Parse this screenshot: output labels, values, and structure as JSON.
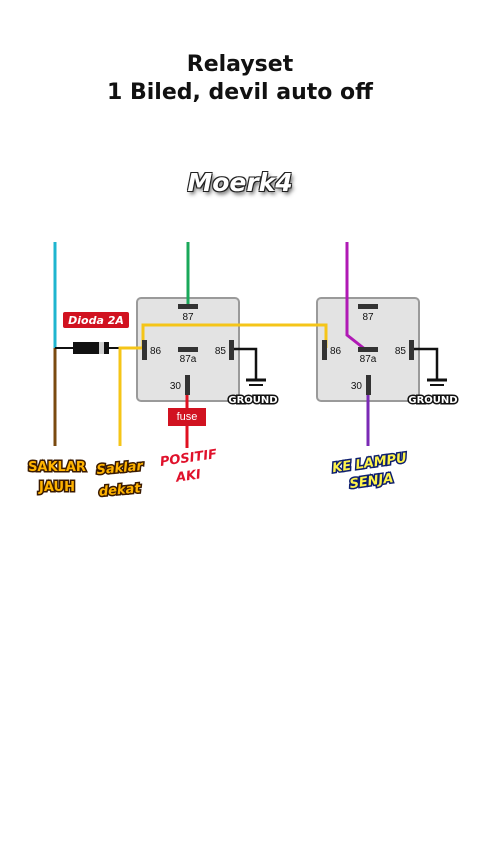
{
  "title": {
    "line1": "Relayset",
    "line2": "1 Biled, devil auto off"
  },
  "watermark": "Moerk4",
  "relay_left": {
    "pin_87": "87",
    "pin_87a": "87a",
    "pin_86": "86",
    "pin_85": "85",
    "pin_30": "30",
    "ground": "GROUND"
  },
  "relay_right": {
    "pin_87": "87",
    "pin_87a": "87a",
    "pin_86": "86",
    "pin_85": "85",
    "pin_30": "30",
    "ground": "GROUND"
  },
  "labels": {
    "diode": "Dioda 2A",
    "fuse": "fuse",
    "saklar_jauh_1": "SAKLAR",
    "saklar_jauh_2": "JAUH",
    "saklar_dekat_1": "Saklar",
    "saklar_dekat_2": "dekat",
    "positif_1": "POSITIF",
    "positif_2": "AKI",
    "lampu_1": "KE LAMPU",
    "lampu_2": "SENJA"
  },
  "colors": {
    "wire_cyan": "#1fb5cf",
    "wire_brown": "#7a4a10",
    "wire_yellow": "#f5c518",
    "wire_green": "#1aa85a",
    "wire_magenta": "#b01ab5",
    "wire_red": "#e01020",
    "wire_purple": "#7a2ab5",
    "relay_body": "#e3e3e3",
    "relay_border": "#9a9a9a"
  }
}
